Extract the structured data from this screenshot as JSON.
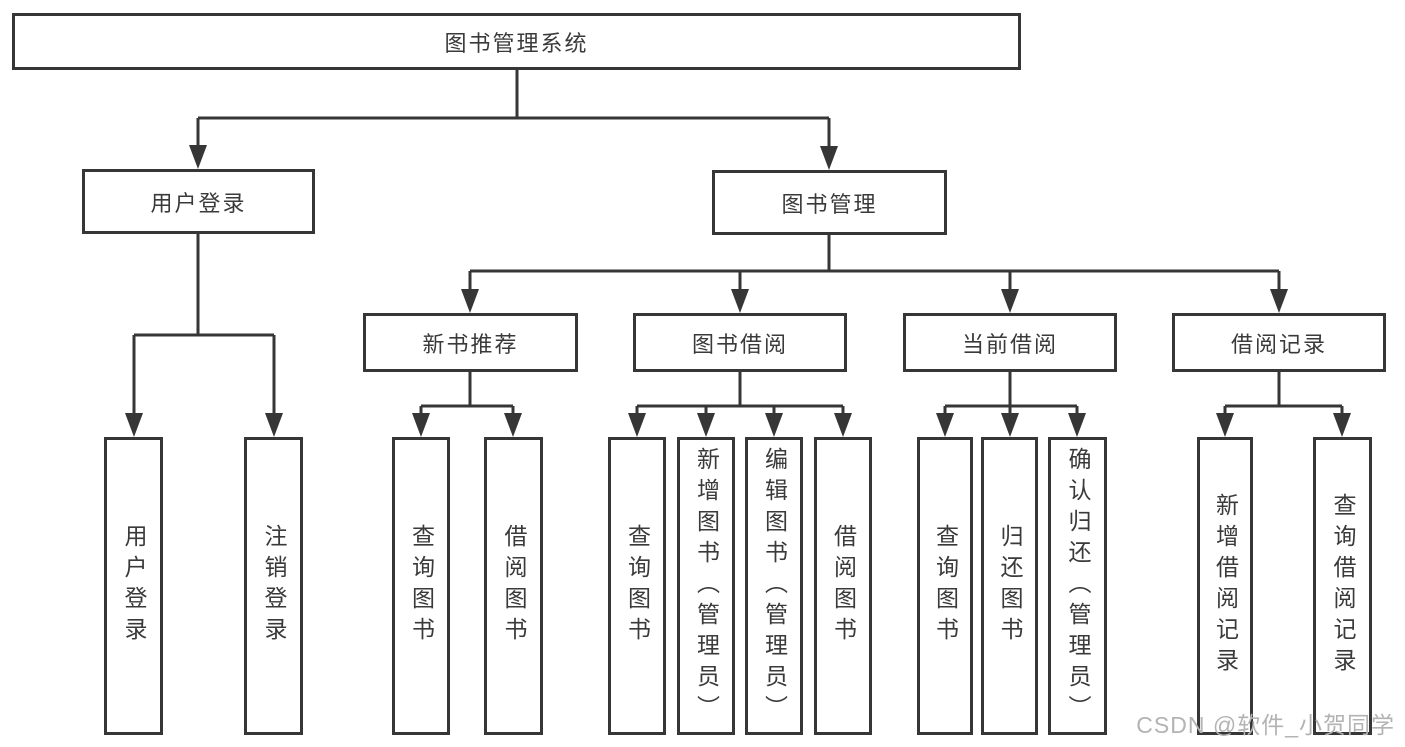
{
  "diagram": {
    "root": {
      "label": "图书管理系统"
    },
    "user_login": {
      "label": "用户登录",
      "children": [
        "用户登录",
        "注销登录"
      ]
    },
    "book_management": {
      "label": "图书管理",
      "sections": {
        "new_books": {
          "label": "新书推荐",
          "children": [
            "查询图书",
            "借阅图书"
          ]
        },
        "book_borrowing": {
          "label": "图书借阅",
          "children": [
            "查询图书",
            "新增图书（管理员）",
            "编辑图书（管理员）",
            "借阅图书"
          ]
        },
        "current_borrowing": {
          "label": "当前借阅",
          "children": [
            "查询图书",
            "归还图书",
            "确认归还（管理员）"
          ]
        },
        "borrow_records": {
          "label": "借阅记录",
          "children": [
            "新增借阅记录",
            "查询借阅记录"
          ]
        }
      }
    },
    "watermark": "CSDN @软件_小贺同学",
    "colors": {
      "line": "#363636",
      "text": "#3a3a3a",
      "watermark_text": "#b3b3b3",
      "background": "#ffffff"
    }
  }
}
